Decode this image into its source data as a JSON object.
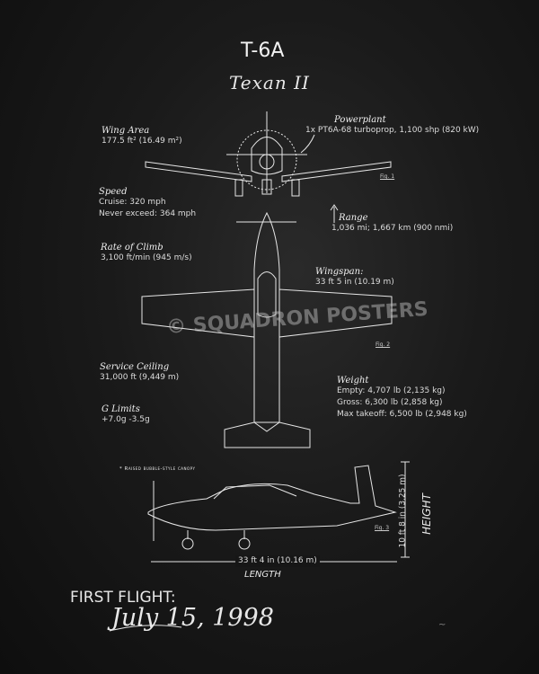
{
  "title": "T-6A",
  "subtitle": "Texan II",
  "specs": {
    "wing_area": {
      "label": "Wing Area",
      "value": "177.5 ft² (16.49 m²)"
    },
    "powerplant": {
      "label": "Powerplant",
      "value": "1x PT6A-68 turboprop, 1,100 shp (820 kW)"
    },
    "speed": {
      "label": "Speed",
      "cruise": "Cruise: 320 mph",
      "never_exceed": "Never exceed: 364 mph"
    },
    "range": {
      "label": "Range",
      "value": "1,036 mi; 1,667 km (900 nmi)"
    },
    "rate_of_climb": {
      "label": "Rate of Climb",
      "value": "3,100 ft/min (945 m/s)"
    },
    "wingspan": {
      "label": "Wingspan:",
      "value": "33 ft 5 in (10.19 m)"
    },
    "service_ceiling": {
      "label": "Service Ceiling",
      "value": "31,000 ft (9,449 m)"
    },
    "g_limits": {
      "label": "G Limits",
      "value": "+7.0g -3.5g"
    },
    "weight": {
      "label": "Weight",
      "empty": "Empty: 4,707 lb (2,135 kg)",
      "gross": "Gross: 6,300 lb (2,858 kg)",
      "max_takeoff": "Max takeoff: 6,500 lb (2,948 kg)"
    }
  },
  "figures": {
    "fig1": "Fig. 1",
    "fig2": "Fig. 2",
    "fig3": "Fig. 3"
  },
  "canopy_note": "* Raised bubble-style canopy",
  "length": {
    "value": "33 ft 4 in (10.16 m)",
    "label": "LENGTH"
  },
  "height": {
    "value": "10 ft 8 in (3.25 m)",
    "label": "HEIGHT"
  },
  "watermark": "© SQUADRON POSTERS",
  "first_flight": {
    "label": "FIRST FLIGHT:",
    "date": "July 15, 1998"
  }
}
